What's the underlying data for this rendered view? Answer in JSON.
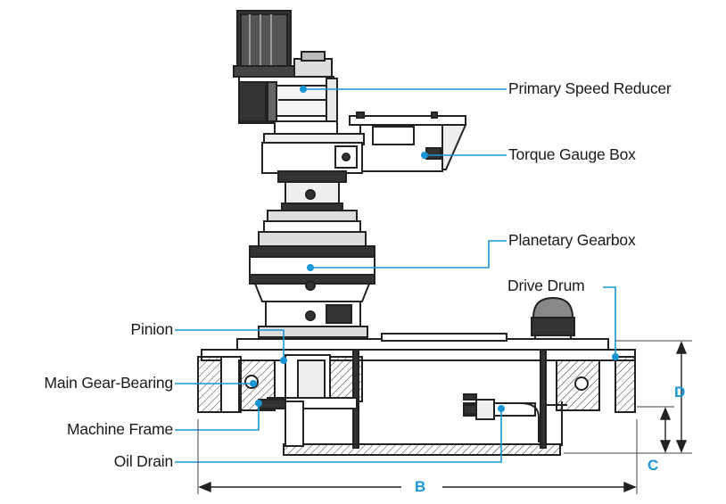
{
  "labels": {
    "primary_speed_reducer": "Primary Speed Reducer",
    "torque_gauge_box": "Torque Gauge Box",
    "planetary_gearbox": "Planetary Gearbox",
    "drive_drum": "Drive Drum",
    "pinion": "Pinion",
    "main_gear_bearing": "Main Gear-Bearing",
    "machine_frame": "Machine Frame",
    "oil_drain": "Oil Drain"
  },
  "dimensions": {
    "b": "B",
    "c": "C",
    "d": "D"
  },
  "colors": {
    "leader": "#1a96d4",
    "drawing": "#222222",
    "dimension": "#1a96d4"
  }
}
